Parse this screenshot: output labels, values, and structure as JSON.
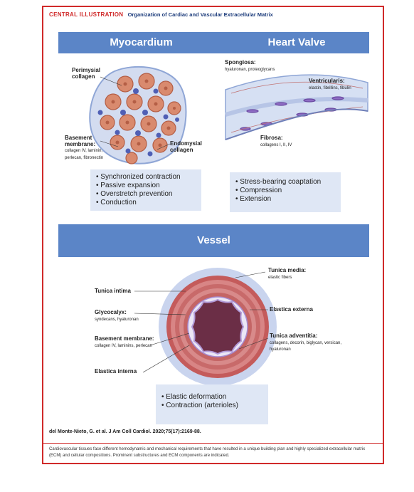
{
  "header": {
    "label": "CENTRAL ILLUSTRATION",
    "title": "Organization of Cardiac and Vascular Extracellular Matrix"
  },
  "myocardium": {
    "title": "Myocardium",
    "labels": {
      "perimysial": "Perimysial collagen",
      "basement_title": "Basement membrane:",
      "basement_detail": "collagen IV, laminin, perlecan, fibronectin",
      "endomysial": "Endomysial collagen"
    },
    "functions": [
      "• Synchronized contraction",
      "• Passive expansion",
      "• Overstretch prevention",
      "• Conduction"
    ]
  },
  "heart_valve": {
    "title": "Heart Valve",
    "labels": {
      "spongiosa_title": "Spongiosa:",
      "spongiosa_detail": "hyaluronan, proteoglycans",
      "ventricularis_title": "Ventricularis:",
      "ventricularis_detail": "elastin, fibrillins, fibulin",
      "fibrosa_title": "Fibrosa:",
      "fibrosa_detail": "collagens I, II, IV"
    },
    "functions": [
      "• Stress-bearing coaptation",
      "• Compression",
      "• Extension"
    ]
  },
  "vessel": {
    "title": "Vessel",
    "labels": {
      "intima": "Tunica intima",
      "glyco_title": "Glycocalyx:",
      "glyco_detail": "syndecans, hyaluronan",
      "basement_title": "Basement membrane:",
      "basement_detail": "collagen IV, laminins, perlecan",
      "elastica_interna": "Elastica interna",
      "media_title": "Tunica media:",
      "media_detail": "elastic fibers",
      "elastica_externa": "Elastica externa",
      "adventitia_title": "Tunica adventitia:",
      "adventitia_detail": "collagens, decorin, biglycan, versican, hyaluronan"
    },
    "functions": [
      "• Elastic deformation",
      "• Contraction (arterioles)"
    ]
  },
  "citation": "del Monte-Nieto, G. et al. J Am Coll Cardiol. 2020;75(17):2169-88.",
  "caption": "Cardiovascular tissues face different hemodynamic and mechanical requirements that have resulted in a unique building plan and highly specialized extracellular matrix (ECM) and cellular compositions. Prominent substructures and ECM components are indicated.",
  "colors": {
    "accent": "#d02a2a",
    "section_bar": "#5b85c7",
    "panel_bg": "#dfe7f5"
  }
}
